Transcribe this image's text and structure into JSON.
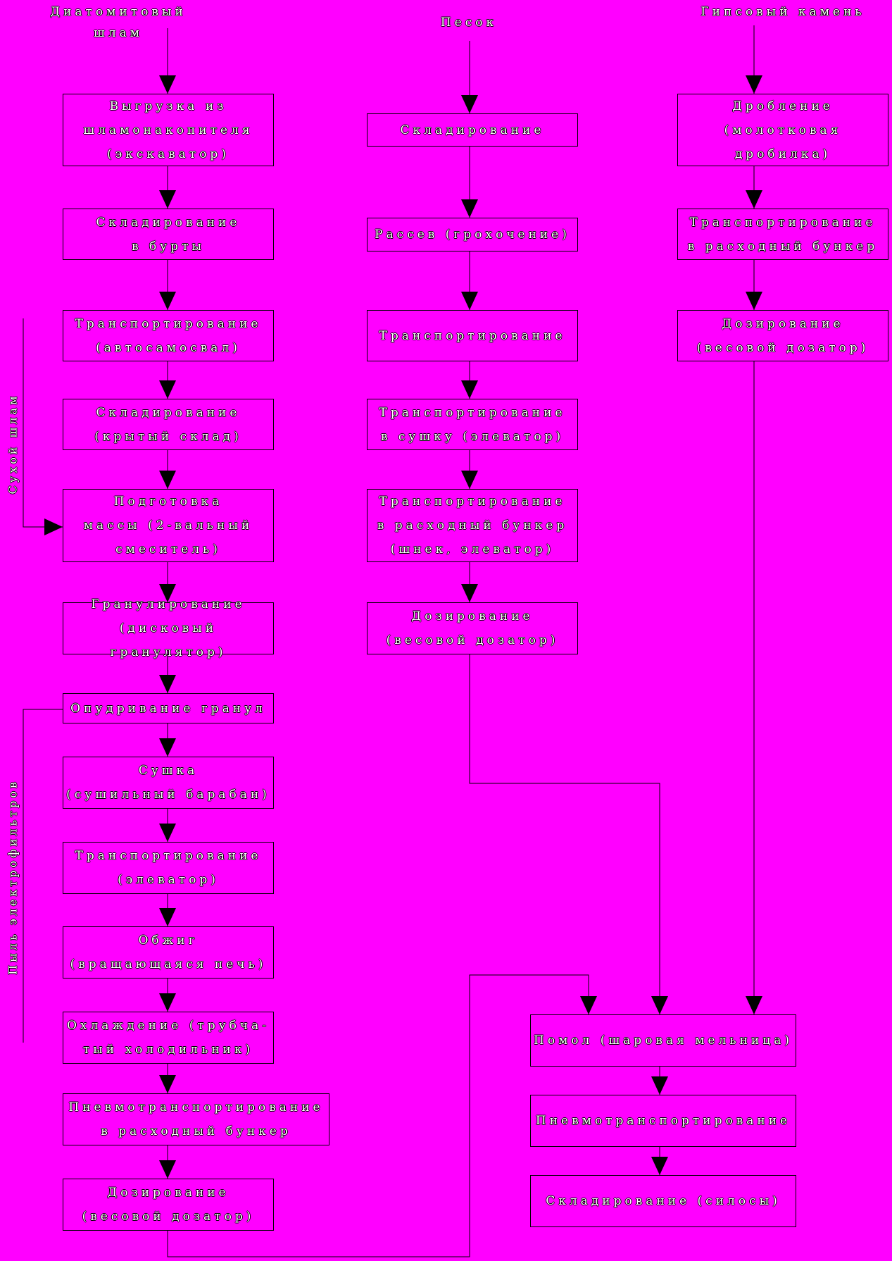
{
  "colors": {
    "background": "#ff00ff",
    "line": "#000000",
    "text": "#ffffff"
  },
  "columns": {
    "left": {
      "source": "Диатомитовый\nшлам",
      "steps": [
        "Выгрузка из\nшламонакопителя\n(экскаватор)",
        "Складирование\nв бурты",
        "Транспортирование\n(автосамосвал)",
        "Складирование\n(крытый склад)",
        "Подготовка\nмассы (2-вальный\nсмеситель)",
        "Гранулирование\n(дисковый гранулятор)",
        "Опудривание гранул",
        "Сушка\n(сушильный барабан)",
        "Транспортирование\n(элеватор)",
        "Обжиг\n(вращающаяся печь)",
        "Охлаждение (трубча-\nтый холодильник)",
        "Пневмотранспортирование\nв расходный бункер",
        "Дозирование\n(весовой дозатор)"
      ],
      "side_labels": [
        "Сухой шлам",
        "Пыль электрофильтров"
      ]
    },
    "middle": {
      "source": "Песок",
      "steps": [
        "Складирование",
        "Рассев (грохочение)",
        "Транспортирование",
        "Транспортирование\nв сушку (элеватор)",
        "Транспортирование\nв расходный бункер\n(шнек, элеватор)",
        "Дозирование\n(весовой дозатор)"
      ]
    },
    "right": {
      "source": "Гипсовый камень",
      "steps": [
        "Дробление\n(молотковая\nдробилка)",
        "Транспортирование\nв расходный бункер",
        "Дозирование\n(весовой дозатор)"
      ]
    },
    "final": {
      "steps": [
        "Помол (шаровая мельница)",
        "Пневмотранспортирование",
        "Складирование (силосы)"
      ]
    }
  }
}
